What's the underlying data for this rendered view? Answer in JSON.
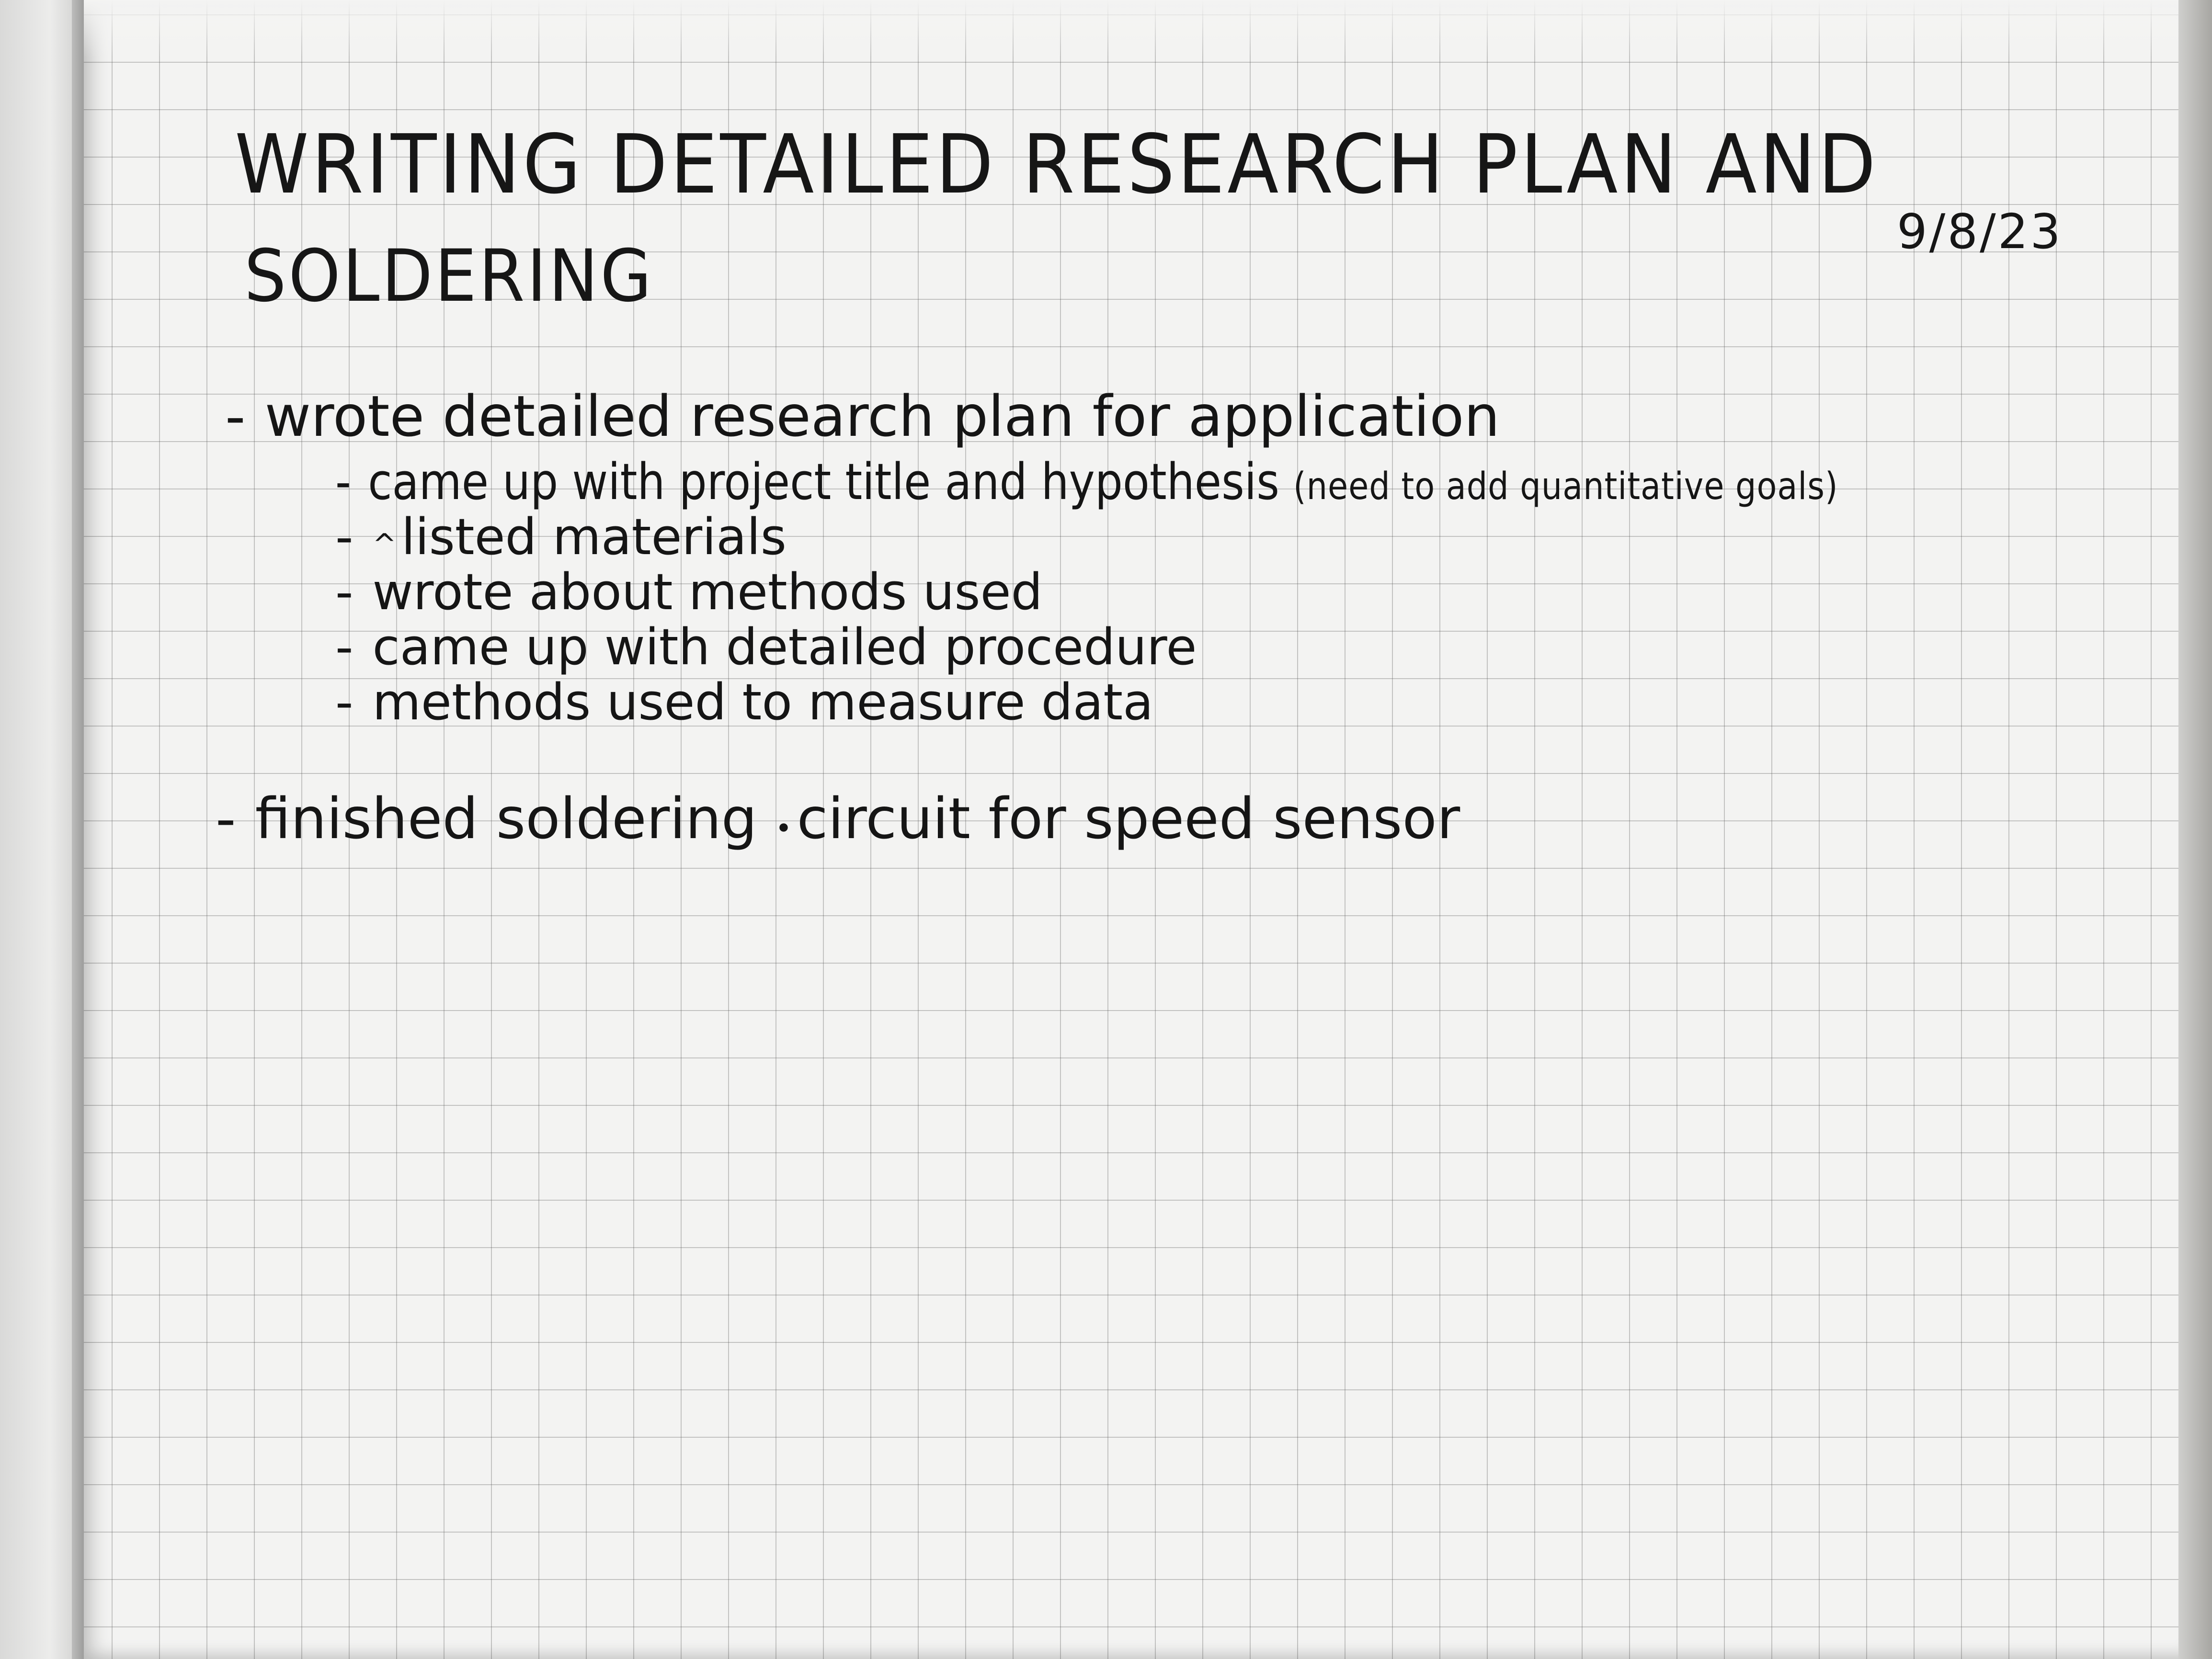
{
  "title": {
    "line1": "WRITING DETAILED RESEARCH PLAN AND",
    "line2": "SOLDERING"
  },
  "date": "9/8/23",
  "bullets": [
    {
      "dash": "-",
      "text": "wrote detailed research plan for application",
      "subitems": [
        {
          "dash": "-",
          "text": "came up with project title and hypothesis",
          "note": "(need to add quantitative goals)"
        },
        {
          "dash": "-",
          "mark": "^",
          "text": "listed materials"
        },
        {
          "dash": "-",
          "text": "wrote about methods used"
        },
        {
          "dash": "-",
          "text": "came up with detailed procedure"
        },
        {
          "dash": "-",
          "text": "methods used to measure data"
        }
      ]
    },
    {
      "dash": "-",
      "text": "finished soldering",
      "mark": "•",
      "text_after": "circuit for speed sensor"
    }
  ]
}
